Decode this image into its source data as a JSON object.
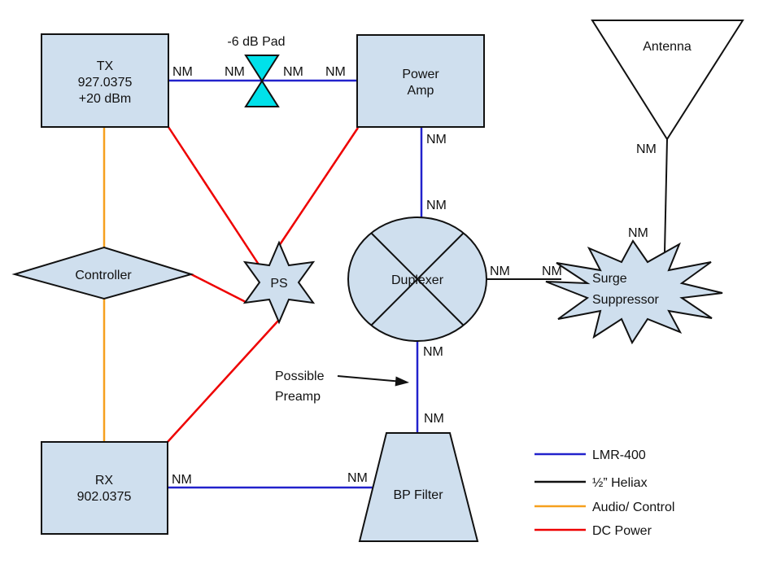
{
  "connector_label": "NM",
  "colors": {
    "lmr400": "#2222cc",
    "heliax": "#111111",
    "audio_control": "#f6a01e",
    "dc_power": "#ee0000",
    "node_fill": "#cfdfee",
    "pad_fill": "#00e1ea",
    "outline": "#111111"
  },
  "nodes": {
    "tx": {
      "lines": [
        "TX",
        "927.0375",
        "+20 dBm"
      ]
    },
    "pad": {
      "label": "-6 dB Pad"
    },
    "power_amp": {
      "lines": [
        "Power",
        "Amp"
      ]
    },
    "antenna": {
      "label": "Antenna"
    },
    "controller": {
      "label": "Controller"
    },
    "ps": {
      "label": "PS"
    },
    "duplexer": {
      "label": "Duplexer"
    },
    "surge_suppressor": {
      "lines": [
        "Surge",
        "Suppressor"
      ]
    },
    "rx": {
      "lines": [
        "RX",
        "902.0375"
      ]
    },
    "bp_filter": {
      "label": "BP Filter"
    }
  },
  "annotations": {
    "preamp": {
      "lines": [
        "Possible",
        "Preamp"
      ]
    }
  },
  "legend": {
    "items": [
      {
        "label": "LMR-400",
        "color": "#2222cc"
      },
      {
        "label": "½” Heliax",
        "color": "#111111"
      },
      {
        "label": "Audio/ Control",
        "color": "#f6a01e"
      },
      {
        "label": "DC Power",
        "color": "#ee0000"
      }
    ]
  }
}
